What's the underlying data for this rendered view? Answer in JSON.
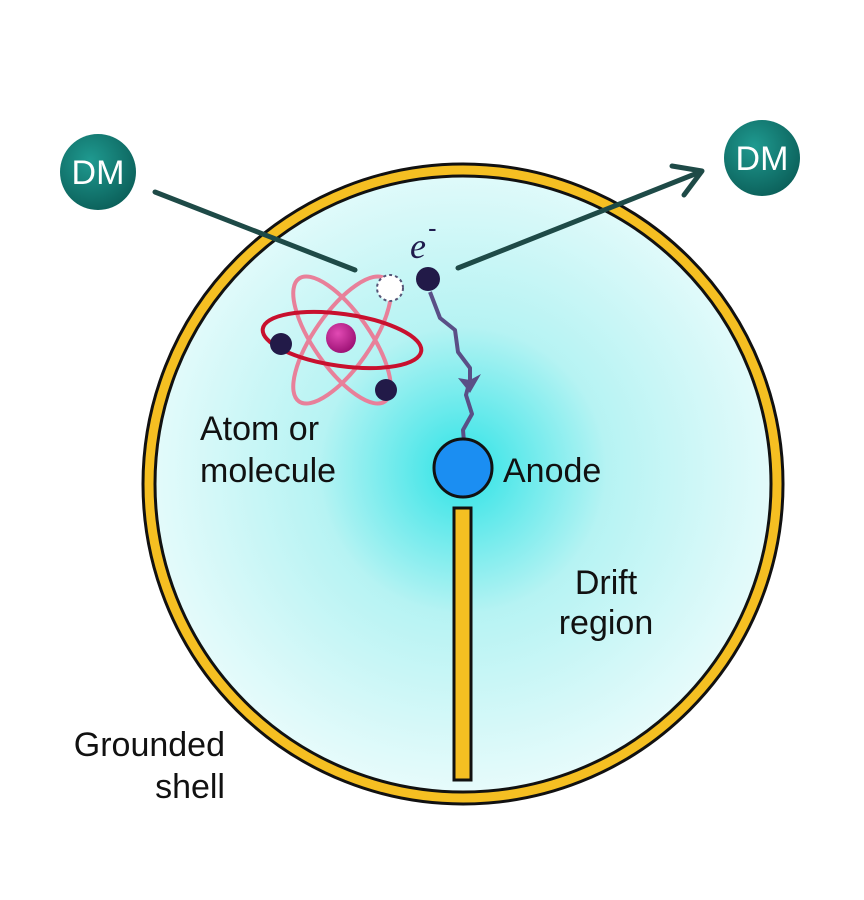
{
  "labels": {
    "dm_in": "DM",
    "dm_out": "DM",
    "electron": "e",
    "electron_sup": "-",
    "atom_line1": "Atom or",
    "atom_line2": "molecule",
    "anode": "Anode",
    "drift_line1": "Drift",
    "drift_line2": "region",
    "shell_line1": "Grounded",
    "shell_line2": "shell"
  },
  "colors": {
    "shell": "#f5bf22",
    "gas_center": "#2fe3e6",
    "gas_edge": "#e6fbfb",
    "dm_particle": "#0f7a73",
    "dm_track": "#1e4a47",
    "orbit_red": "#c8102e",
    "orbit_pink": "#e8809a",
    "nucleus": "#c0188f",
    "electron": "#221a48",
    "drift_path": "#5a4f86",
    "anode": "#1b8ef2"
  },
  "icons": {
    "atom": "atom-icon",
    "anode": "anode-sphere-icon"
  }
}
